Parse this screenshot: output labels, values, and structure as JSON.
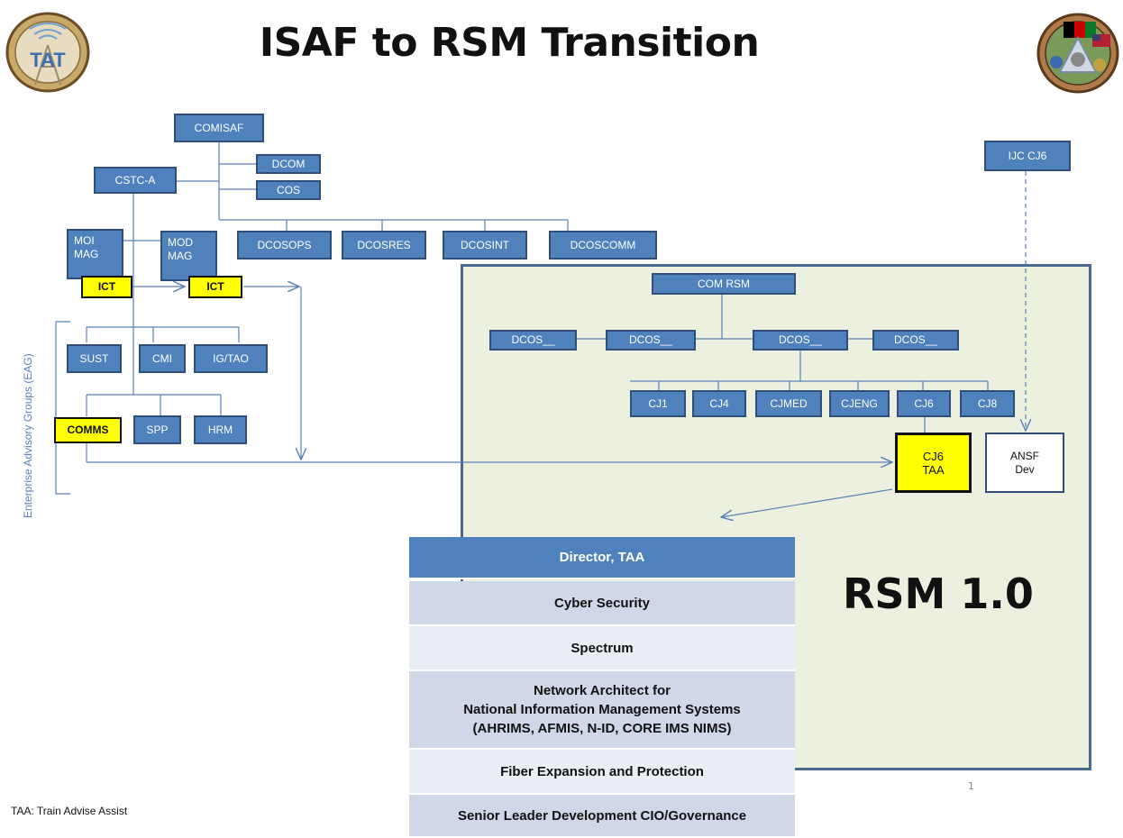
{
  "title": "ISAF to RSM Transition",
  "logos": {
    "left_text": "TAT",
    "left_icon": "tat-logo",
    "right_icon": "afghanistan-emblem-logo"
  },
  "eag_label": "Enterprise Advisory Groups (EAG)",
  "isaf_nodes": {
    "comisaf": "COMISAF",
    "cstca": "CSTC-A",
    "dcom": "DCOM",
    "cos": "COS",
    "dcosops": "DCOSOPS",
    "dcosres": "DCOSRES",
    "dcosint": "DCOSINT",
    "dcoscomm": "DCOSCOMM",
    "moi": "MOI\nMAG",
    "mod": "MOD\nMAG",
    "ict1": "ICT",
    "ict2": "ICT",
    "sust": "SUST",
    "cmi": "CMI",
    "igtao": "IG/TAO",
    "comms": "COMMS",
    "spp": "SPP",
    "hrm": "HRM"
  },
  "ijc": "IJC CJ6",
  "rsm_nodes": {
    "comrsm": "COM RSM",
    "dcos1": "DCOS__",
    "dcos2": "DCOS__",
    "dcos3": "DCOS__",
    "dcos4": "DCOS__",
    "cj1": "CJ1",
    "cj4": "CJ4",
    "cjmed": "CJMED",
    "cjeng": "CJENG",
    "cj6": "CJ6",
    "cj8": "CJ8",
    "cj6taa": "CJ6\nTAA",
    "ansf": "ANSF\nDev"
  },
  "rsm_label": "RSM 1.0",
  "taa_table": [
    "Director, TAA",
    "Cyber Security",
    "Spectrum",
    "Network Architect for\nNational Information Management Systems\n(AHRIMS, AFMIS, N-ID, CORE IMS NIMS)",
    "Fiber Expansion and Protection",
    "Senior Leader Development CIO/Governance"
  ],
  "footnote": "TAA: Train Advise Assist",
  "page_number": "1",
  "colors": {
    "node_blue": "#4f81bd",
    "highlight": "#ffff00",
    "rsm_bg": "#ebf1de",
    "line": "#5b7fb8"
  }
}
